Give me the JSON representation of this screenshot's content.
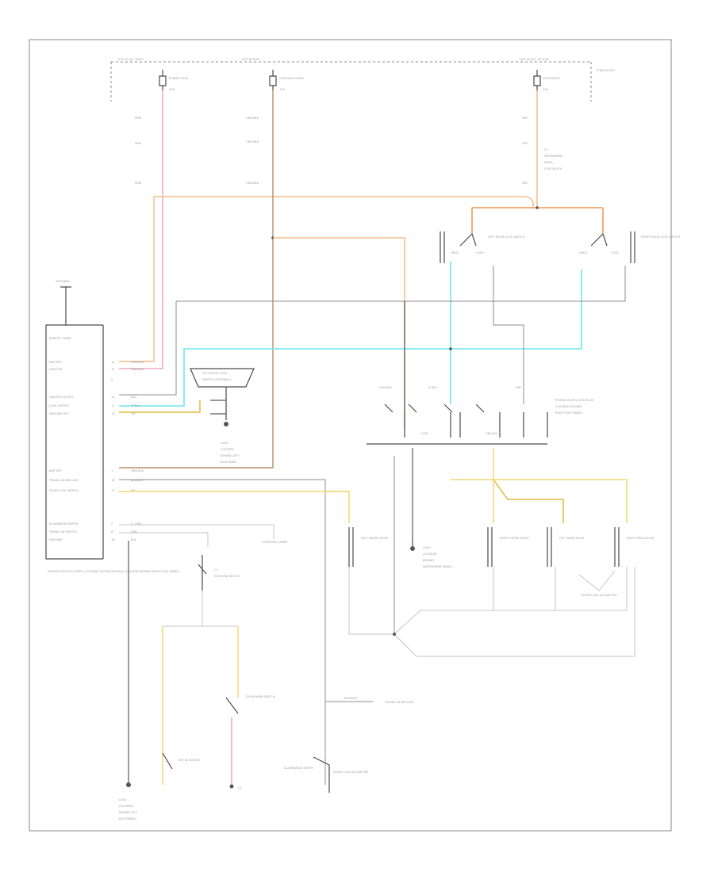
{
  "diagram": {
    "page_number": "",
    "fuse_box_labels": {
      "hot_at_all_times": "HOT AT ALL TIMES",
      "hot_in_run": "HOT IN RUN",
      "hot_in_acc_run": "HOT IN ACC OR RUN",
      "fuse_block": "FUSE BLOCK"
    },
    "fuses": [
      {
        "name": "POWER LOCK",
        "amps": "20A"
      },
      {
        "name": "STOP/HAZ LAMPS",
        "amps": "15A"
      },
      {
        "name": "ACCESSORY",
        "amps": "15A"
      }
    ],
    "antenna_label": "ANTENNA",
    "module_title": "REMOTE TIMER",
    "module_caption": "REMOTE KEYLESS ENTRY / LOCKING SYSTEM MODULE (LOCATED BEHIND RIGHT KICK PANEL)",
    "module_pins_top": [
      {
        "pin": "14",
        "wire": "ORG/BLK",
        "label": "BATTERY"
      },
      {
        "pin": "15",
        "wire": "PNK/WHT",
        "label": "IGNITION"
      },
      {
        "pin": "9",
        "wire": "",
        "label": ""
      },
      {
        "pin": "10",
        "wire": "BLU",
        "label": "UNLOCK OUTPUT"
      },
      {
        "pin": "11",
        "wire": "LT BLU",
        "label": "LOCK OUTPUT"
      },
      {
        "pin": "12",
        "wire": "YEL",
        "label": "GROUND OUT"
      }
    ],
    "module_pins_bottom": [
      {
        "pin": "1",
        "wire": "ORG/BLK",
        "label": "BATTERY"
      },
      {
        "pin": "16",
        "wire": "BLK/WHT",
        "label": "TRUNK LID RELEASE"
      },
      {
        "pin": "17",
        "wire": "YEL",
        "label": "DOOR LOCK SWITCH"
      },
      {
        "pin": "5",
        "wire": "LT GRN",
        "label": "ILLUMINATED ENTRY"
      },
      {
        "pin": "6",
        "wire": "GRN",
        "label": "TRUNK LID SWITCH"
      },
      {
        "pin": "18",
        "wire": "BLK",
        "label": "GROUND"
      }
    ],
    "connector_labels": {
      "left_door_switch": "LEFT DOOR LOCK SWITCH",
      "right_door_switch": "RIGHT DOOR LOCK SWITCH",
      "ground_g200": "G200",
      "power_relay": "POWER DOOR LOCK RELAY",
      "lock_relay": "LOCK",
      "unlock_relay": "UNLOCK",
      "door_lock_actuators": "DOOR LOCK ACTUATORS",
      "left_front": "LEFT FRONT DOOR",
      "right_front": "RIGHT FRONT DOOR",
      "left_rear": "LEFT REAR DOOR",
      "right_rear": "RIGHT REAR DOOR",
      "trunk_release": "TRUNK LID RELEASE",
      "courtesy_lamps": "COURTESY LAMPS",
      "door_jamb_switch": "DOOR JAMB SWITCH",
      "ignition_switch": "IGNITION SWITCH",
      "key_in_switch": "KEY IN SWITCH",
      "illumination": "ILLUMINATED ENTRY",
      "g202": "G202",
      "g300": "G300"
    },
    "wire_colors": [
      "ORG",
      "PNK",
      "BRN",
      "LT BLU",
      "YEL",
      "BLK",
      "GRY",
      "WHT"
    ]
  }
}
